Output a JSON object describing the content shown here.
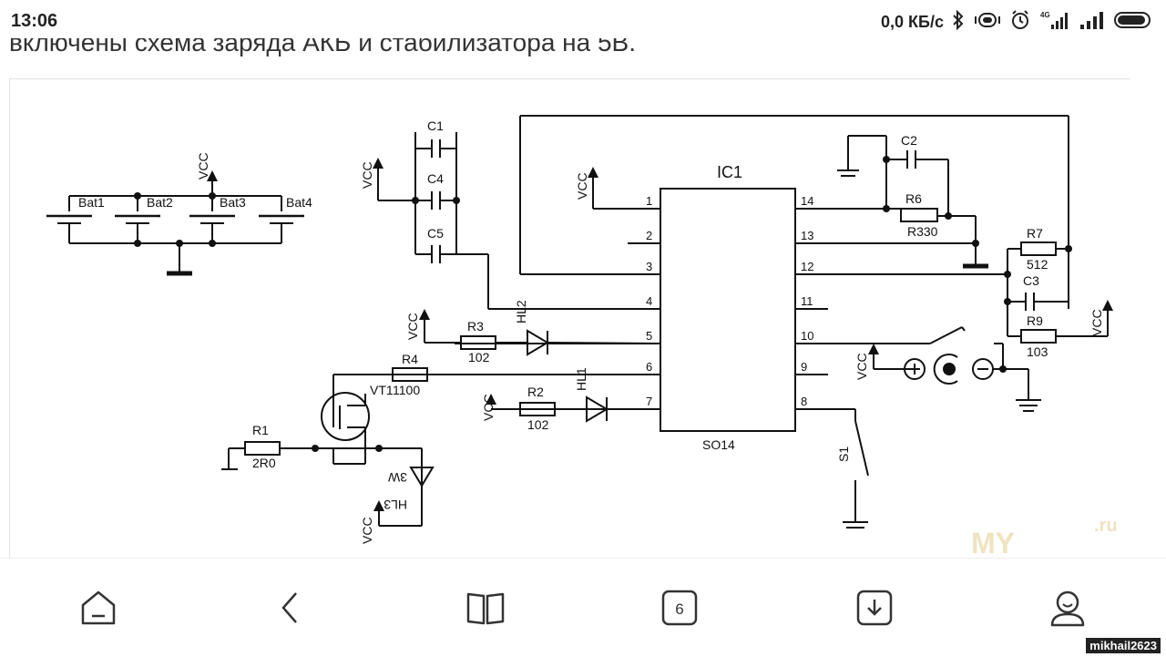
{
  "status_bar": {
    "time": "13:06",
    "net_speed": "0,0 КБ/с",
    "icons": [
      "bluetooth-icon",
      "vibrate-icon",
      "alarm-icon",
      "signal-4g-icon",
      "signal-icon",
      "battery-icon"
    ],
    "network_type": "4G"
  },
  "article": {
    "text_line": "включены схема заряда АКБ и стабилизатора на 5В."
  },
  "schematic": {
    "ic": {
      "name": "IC1",
      "package": "SO14",
      "pins": [
        "1",
        "2",
        "3",
        "4",
        "5",
        "6",
        "7",
        "8",
        "9",
        "10",
        "11",
        "12",
        "13",
        "14"
      ]
    },
    "batteries": [
      "Bat1",
      "Bat2",
      "Bat3",
      "Bat4"
    ],
    "vcc_label": "VCC",
    "capacitors": {
      "c1": "C1",
      "c2": "C2",
      "c3": "C3",
      "c4": "C4",
      "c5": "C5"
    },
    "resistors": {
      "r1": {
        "name": "R1",
        "value": "2R0"
      },
      "r2": {
        "name": "R2",
        "value": "102"
      },
      "r3": {
        "name": "R3",
        "value": "102"
      },
      "r4": {
        "name": "R4",
        "value": "1100"
      },
      "r6": {
        "name": "R6",
        "value": "R330"
      },
      "r7": {
        "name": "R7",
        "value": "512"
      },
      "r9": {
        "name": "R9",
        "value": "103"
      }
    },
    "transistor": "VT1",
    "leds": {
      "hl1": "HL1",
      "hl2": "HL2",
      "hl3": "HL3",
      "hl3_power": "3W"
    },
    "switch": "S1",
    "watermark": "MY",
    "watermark_tail": ".ru"
  },
  "nav": {
    "icons": [
      "home-icon",
      "back-icon",
      "book-icon",
      "tabs-icon",
      "download-icon",
      "profile-icon"
    ],
    "tabs_count": "6"
  },
  "username": "mikhail2623",
  "colors": {
    "background": "#ffffff",
    "text": "#222222",
    "ink": "#111111",
    "watermark": "#f0e3c0"
  }
}
